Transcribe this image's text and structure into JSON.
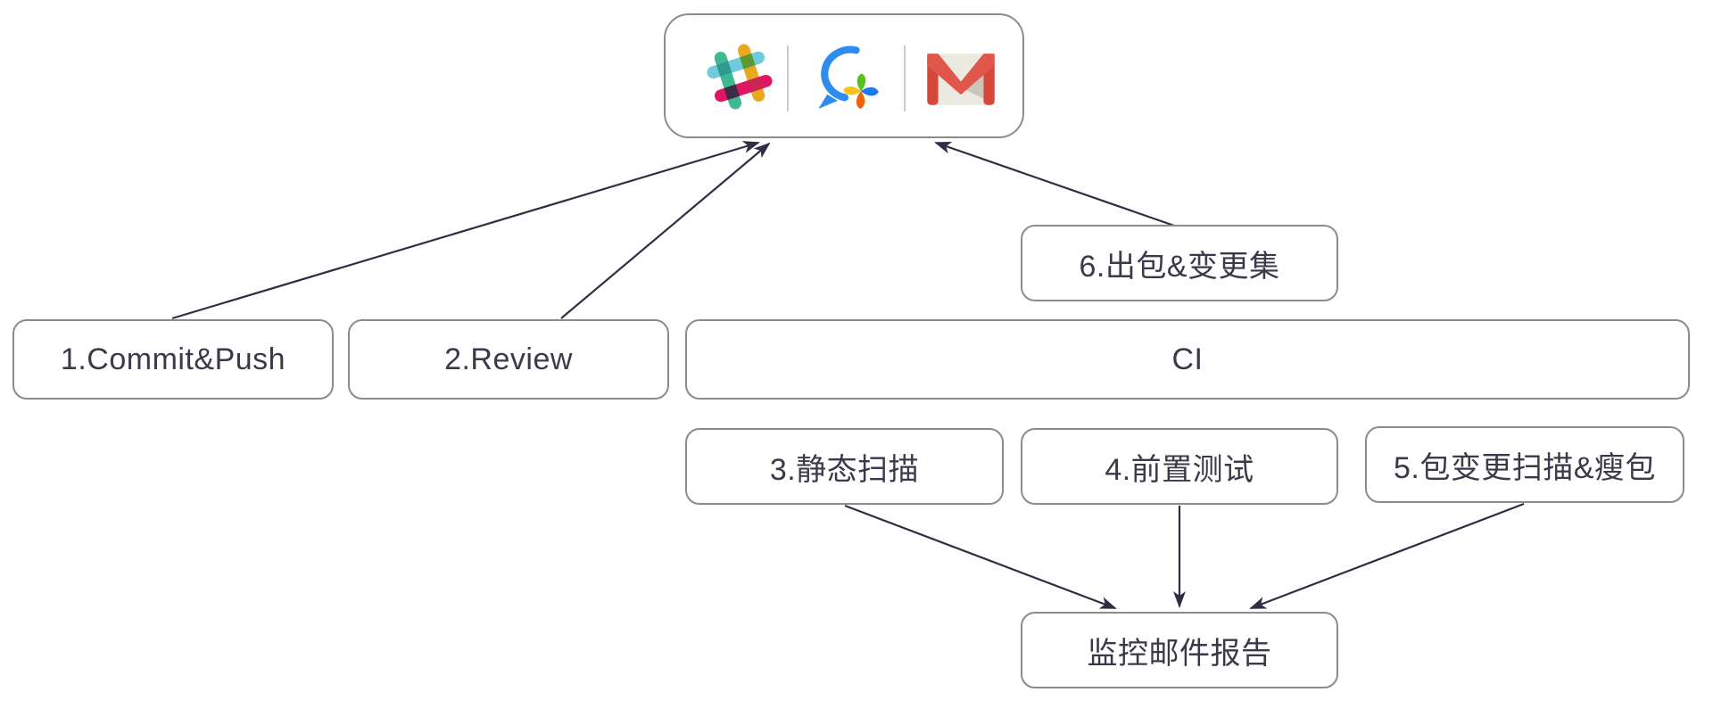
{
  "diagram": {
    "title_hint": "CI notification flow diagram",
    "channels_box": {
      "icons": [
        {
          "name": "slack-icon",
          "label": "Slack"
        },
        {
          "name": "wecom-chat-icon",
          "label": "WeCom chat"
        },
        {
          "name": "gmail-icon",
          "label": "Gmail"
        }
      ]
    },
    "nodes": {
      "commit_push": {
        "label": "1.Commit&Push"
      },
      "review": {
        "label": "2.Review"
      },
      "ci": {
        "label": "CI"
      },
      "changeset": {
        "label": "6.出包&变更集"
      },
      "static_scan": {
        "label": "3.静态扫描"
      },
      "pre_test": {
        "label": "4.前置测试"
      },
      "package_scan": {
        "label": "5.包变更扫描&瘦包"
      },
      "monitor_report": {
        "label": "监控邮件报告"
      }
    },
    "edges": [
      {
        "from": "commit_push",
        "to": "channels_box"
      },
      {
        "from": "review",
        "to": "channels_box"
      },
      {
        "from": "changeset",
        "to": "channels_box"
      },
      {
        "from": "static_scan",
        "to": "monitor_report"
      },
      {
        "from": "pre_test",
        "to": "monitor_report"
      },
      {
        "from": "package_scan",
        "to": "monitor_report"
      }
    ],
    "colors": {
      "background": "#ffffff",
      "node_border": "#8b8b8b",
      "node_text": "#3a3a4a",
      "arrow": "#2e2e45",
      "divider": "#c9c9c9",
      "slack_green": "#3eb991",
      "slack_yellow": "#e9a820",
      "slack_blue": "#6ecadc",
      "slack_pink": "#e01563",
      "wecom_blue": "#2e8cee",
      "wecom_petal_green": "#52c41a",
      "wecom_petal_blue": "#1e78e8",
      "wecom_petal_orange": "#f2620b",
      "wecom_petal_yellow": "#f7c21e",
      "gmail_red": "#e2574c",
      "gmail_body": "#ece9e0",
      "gmail_shadow": "#c9c6bb"
    }
  }
}
